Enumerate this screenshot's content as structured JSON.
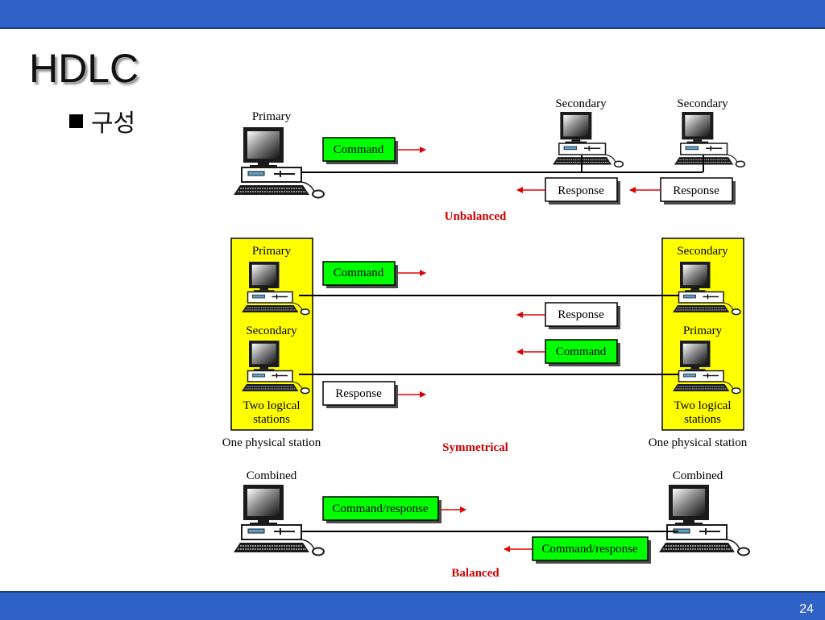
{
  "slide": {
    "title": "HDLC",
    "bullet": "구성",
    "page_number": "24"
  },
  "diagram": {
    "unbalanced": {
      "caption": "Unbalanced",
      "primary_label": "Primary",
      "secondary1_label": "Secondary",
      "secondary2_label": "Secondary",
      "command": "Command",
      "response1": "Response",
      "response2": "Response"
    },
    "symmetrical": {
      "caption": "Symmetrical",
      "left": {
        "primary_label": "Primary",
        "secondary_label": "Secondary",
        "logical_line1": "Two logical",
        "logical_line2": "stations",
        "station_caption": "One physical station"
      },
      "right": {
        "secondary_label": "Secondary",
        "primary_label": "Primary",
        "logical_line1": "Two logical",
        "logical_line2": "stations",
        "station_caption": "One physical station"
      },
      "command1": "Command",
      "response1": "Response",
      "command2": "Command",
      "response2": "Response"
    },
    "balanced": {
      "caption": "Balanced",
      "left_label": "Combined",
      "right_label": "Combined",
      "msg1": "Command/response",
      "msg2": "Command/response"
    },
    "colors": {
      "command_box": "#00ff00",
      "station_highlight": "#ffff00",
      "arrow": "#e00000",
      "caption": "#d00000",
      "bars": "#2f62c6"
    }
  }
}
